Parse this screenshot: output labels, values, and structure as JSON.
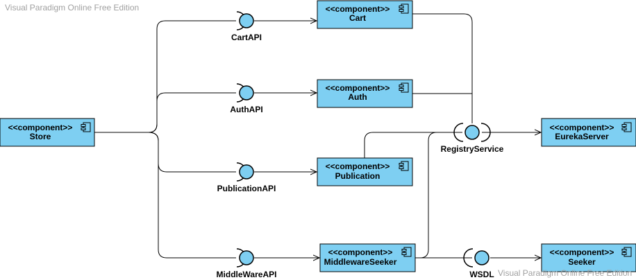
{
  "watermark": "Visual Paradigm Online Free Edition",
  "colors": {
    "component_fill": "#7ecff2",
    "interface_fill": "#7ecff2",
    "stroke": "#000000",
    "watermark": "#a0a0a0"
  },
  "components": {
    "store": {
      "stereotype": "<<component>>",
      "name": "Store"
    },
    "cart": {
      "stereotype": "<<component>>",
      "name": "Cart"
    },
    "auth": {
      "stereotype": "<<component>>",
      "name": "Auth"
    },
    "publication": {
      "stereotype": "<<component>>",
      "name": "Publication"
    },
    "middlewareseeker": {
      "stereotype": "<<component>>",
      "name": "MiddlewareSeeker"
    },
    "eurekaserver": {
      "stereotype": "<<component>>",
      "name": "EurekaServer"
    },
    "seeker": {
      "stereotype": "<<component>>",
      "name": "Seeker"
    }
  },
  "interfaces": {
    "cartapi": {
      "label": "CartAPI"
    },
    "authapi": {
      "label": "AuthAPI"
    },
    "publicationapi": {
      "label": "PublicationAPI"
    },
    "middlewareapi": {
      "label": "MiddleWareAPI"
    },
    "registryservice": {
      "label": "RegistryService"
    },
    "wsdl": {
      "label": "WSDL"
    }
  }
}
